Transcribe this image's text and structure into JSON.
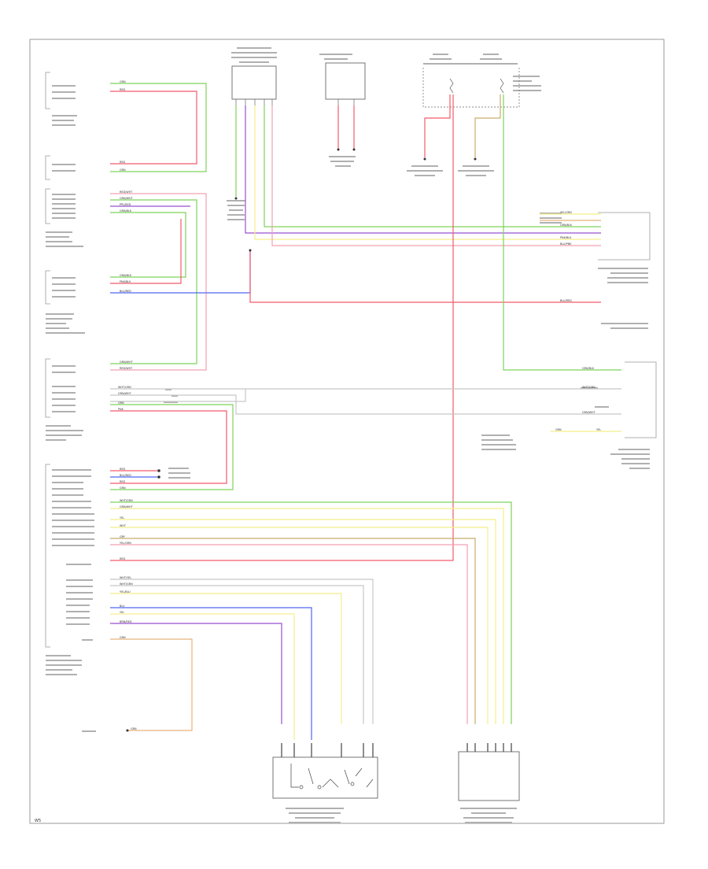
{
  "diagram": {
    "corner_code": "W5",
    "colors": {
      "green": "#7ed35a",
      "red": "#f45a6c",
      "pink": "#f2a0b4",
      "purple": "#9a4fd1",
      "blue": "#4f68f0",
      "yellow": "#f4ef8a",
      "orange": "#e8b27a",
      "olive": "#c8ad6a",
      "grey": "#c8c8c8",
      "dark": "#444444"
    },
    "wire_codes": [
      {
        "text": "GRN"
      },
      {
        "text": "RED"
      },
      {
        "text": "RED"
      },
      {
        "text": "GRN"
      },
      {
        "text": "RED/WHT"
      },
      {
        "text": "GRN/WHT"
      },
      {
        "text": "PPL/RED"
      },
      {
        "text": "GRN/BLK"
      },
      {
        "text": "GRN/BLK"
      },
      {
        "text": "PNK/BLK"
      },
      {
        "text": "BLU/RED"
      },
      {
        "text": "GRN/WHT"
      },
      {
        "text": "RED/WHT"
      },
      {
        "text": "WHT/GRN"
      },
      {
        "text": "GRN/WHT"
      },
      {
        "text": "GRN"
      },
      {
        "text": "PNK"
      },
      {
        "text": "RED"
      },
      {
        "text": "BLU/RED"
      },
      {
        "text": "RED"
      },
      {
        "text": "GRN"
      },
      {
        "text": "WHT/GRN"
      },
      {
        "text": "GRN/WHT"
      },
      {
        "text": "YEL"
      },
      {
        "text": "WHT"
      },
      {
        "text": "GRY"
      },
      {
        "text": "YEL/GRN"
      },
      {
        "text": "RED"
      },
      {
        "text": "WHT/YEL"
      },
      {
        "text": "WHT/GRN"
      },
      {
        "text": "YEL/BLU"
      },
      {
        "text": "BLU"
      },
      {
        "text": "YEL"
      },
      {
        "text": "BRN/RED"
      },
      {
        "text": "GRN"
      },
      {
        "text": "GRN"
      },
      {
        "text": "YEL/GRN"
      },
      {
        "text": "GRN/BLK"
      },
      {
        "text": "PNK/BLK"
      },
      {
        "text": "BLU/PNK"
      },
      {
        "text": "BLU/RED"
      },
      {
        "text": "GRN/BLK"
      },
      {
        "text": "WHT/GRN"
      },
      {
        "text": "GRN/WHT"
      },
      {
        "text": "GRN"
      },
      {
        "text": "YEL"
      }
    ]
  }
}
